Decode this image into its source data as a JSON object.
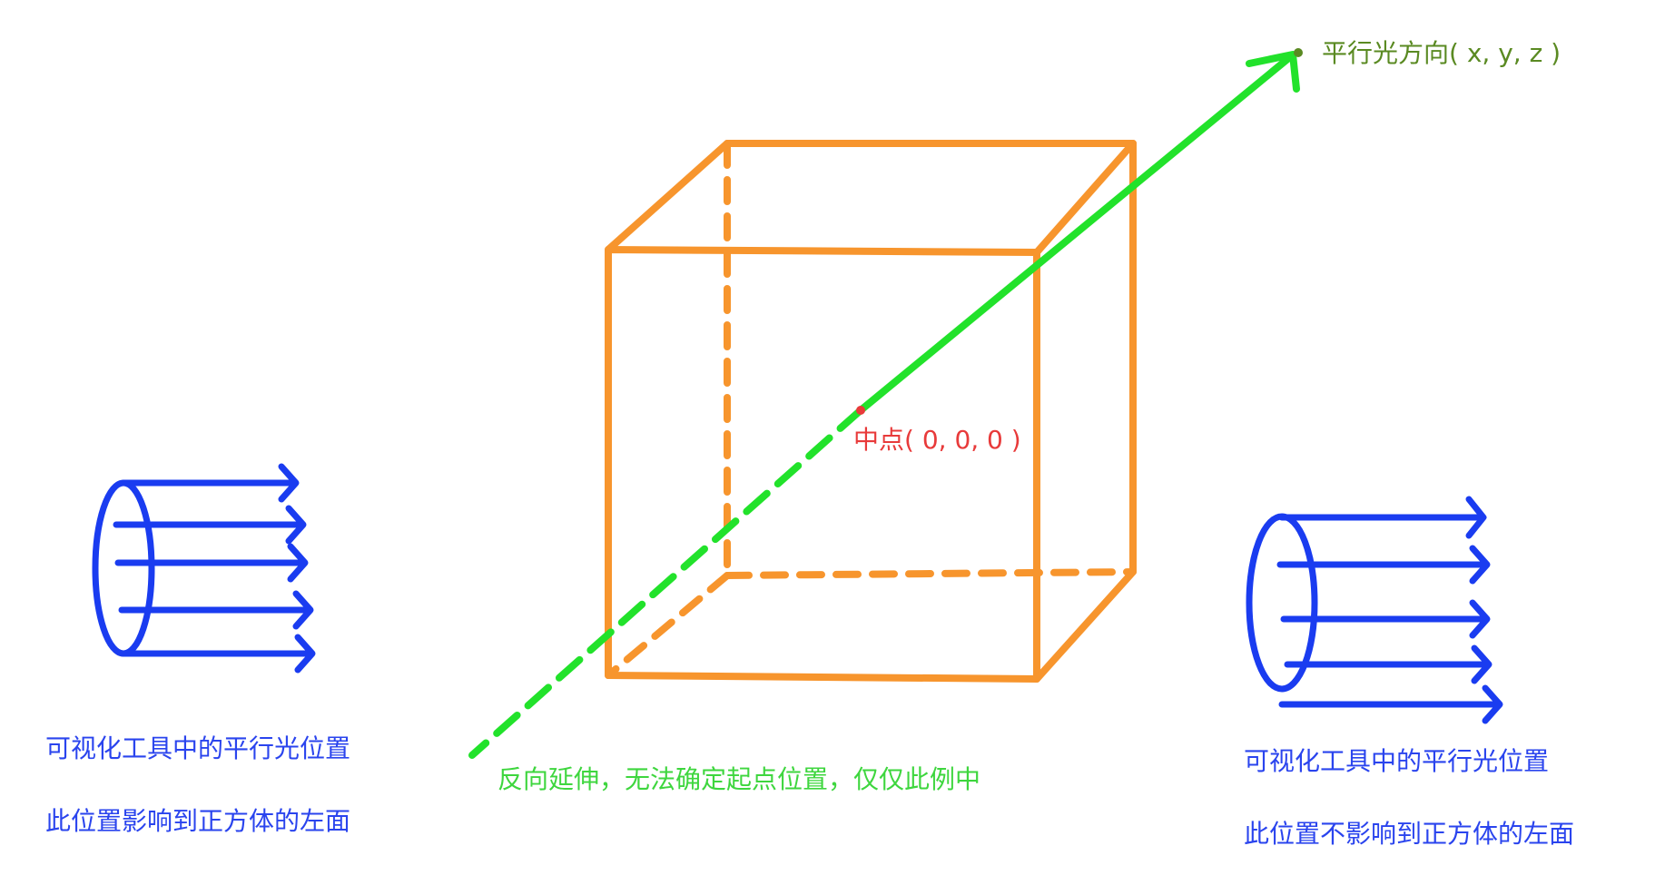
{
  "labels": {
    "light_direction": "平行光方向( x, y, z )",
    "center_point": "中点( 0, 0, 0 )",
    "reverse_extension": "反向延伸，无法确定起点位置，仅仅此例中",
    "left_tool_position": "可视化工具中的平行光位置",
    "left_affects": "此位置影响到正方体的左面",
    "right_tool_position": "可视化工具中的平行光位置",
    "right_not_affects": "此位置不影响到正方体的左面"
  },
  "colors": {
    "cube": "#f7952d",
    "light_ray": "#22e22b",
    "light_source": "#1a3cf0",
    "center_point": "#e83a3a",
    "direction_text": "#5a8a22",
    "center_text": "#e83a3a",
    "ray_text": "#3ed63e",
    "blue_text": "#2a44ee"
  }
}
